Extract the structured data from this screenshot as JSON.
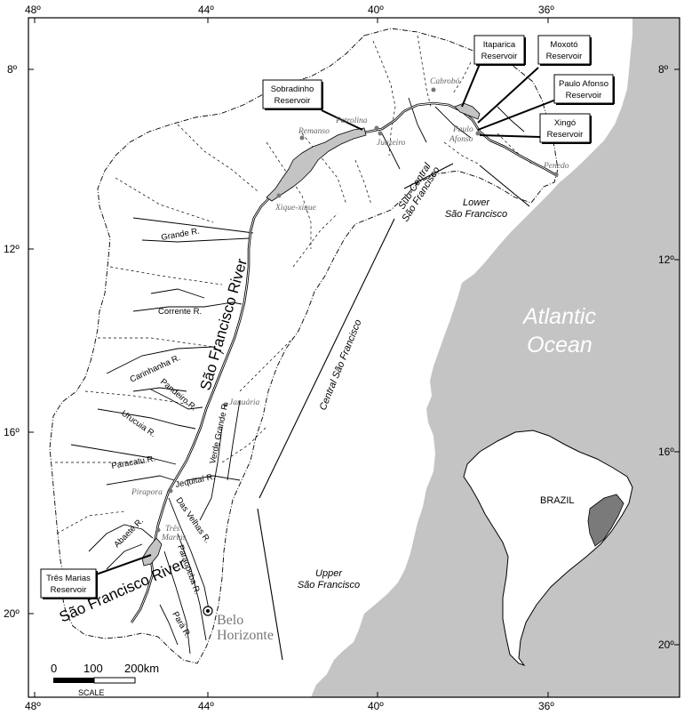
{
  "ticks": {
    "top": [
      "48º",
      "44º",
      "40º",
      "36º"
    ],
    "bottom": [
      "48º",
      "44º",
      "40º",
      "36º"
    ],
    "left": [
      "8º",
      "12º",
      "16º",
      "20º"
    ],
    "right": [
      "8º",
      "12º",
      "16º",
      "20º"
    ]
  },
  "reservoirs": {
    "sobradinho": [
      "Sobradinho",
      "Reservoir"
    ],
    "itaparica": [
      "Itaparica",
      "Reservoir"
    ],
    "moxoto": [
      "Moxotó",
      "Reservoir"
    ],
    "paulo_afonso": [
      "Paulo Afonso",
      "Reservoir"
    ],
    "xingo": [
      "Xingó",
      "Reservoir"
    ],
    "tres_marias": [
      "Três Marias",
      "Reservoir"
    ]
  },
  "cities": {
    "cabrobo": "Cabrobó",
    "petrolina": "Petrolina",
    "juazeiro": "Juazeiro",
    "remanso": "Remanso",
    "paulo_afonso": [
      "Paulo",
      "Afonso"
    ],
    "penedo": "Penedo",
    "xique_xique": "Xique-xique",
    "januaria": "Januária",
    "pirapora": "Pirapora",
    "tres_marias": [
      "Três",
      "Marias"
    ],
    "belo_horizonte": [
      "Belo",
      "Horizonte"
    ]
  },
  "rivers": {
    "grande": "Grande R.",
    "corrente": "Corrente R.",
    "carinhanha": "Carinhanha R.",
    "pandeiro": "Pandeiro R.",
    "urucuia": "Urucuia R.",
    "verde_grande": "Verde Grande R.",
    "paracatu": "Paracatu R.",
    "jequitai": "Jequitaí R.",
    "das_velhas": "Das Velhas R.",
    "abaete": "Abaeté R.",
    "paraopeba": "Paraopeba R.",
    "para": "Pará R.",
    "sao_francisco_main": "São Francisco River",
    "sao_francisco_lower": "São Francisco River"
  },
  "regions": {
    "sub_central": [
      "Sub-Central",
      "São Francisco"
    ],
    "lower": [
      "Lower",
      "São Francisco"
    ],
    "central": "Central São Francisco",
    "upper": [
      "Upper",
      "São Francisco"
    ]
  },
  "ocean": [
    "Atlantic",
    "Ocean"
  ],
  "inset": {
    "label": "BRAZIL"
  },
  "scale": {
    "marks": [
      "0",
      "100",
      "200km"
    ],
    "label": "SCALE"
  },
  "colors": {
    "land_sea": "#c4c4c4",
    "highlight": "#7a7a7a",
    "city_text": "#666666"
  }
}
